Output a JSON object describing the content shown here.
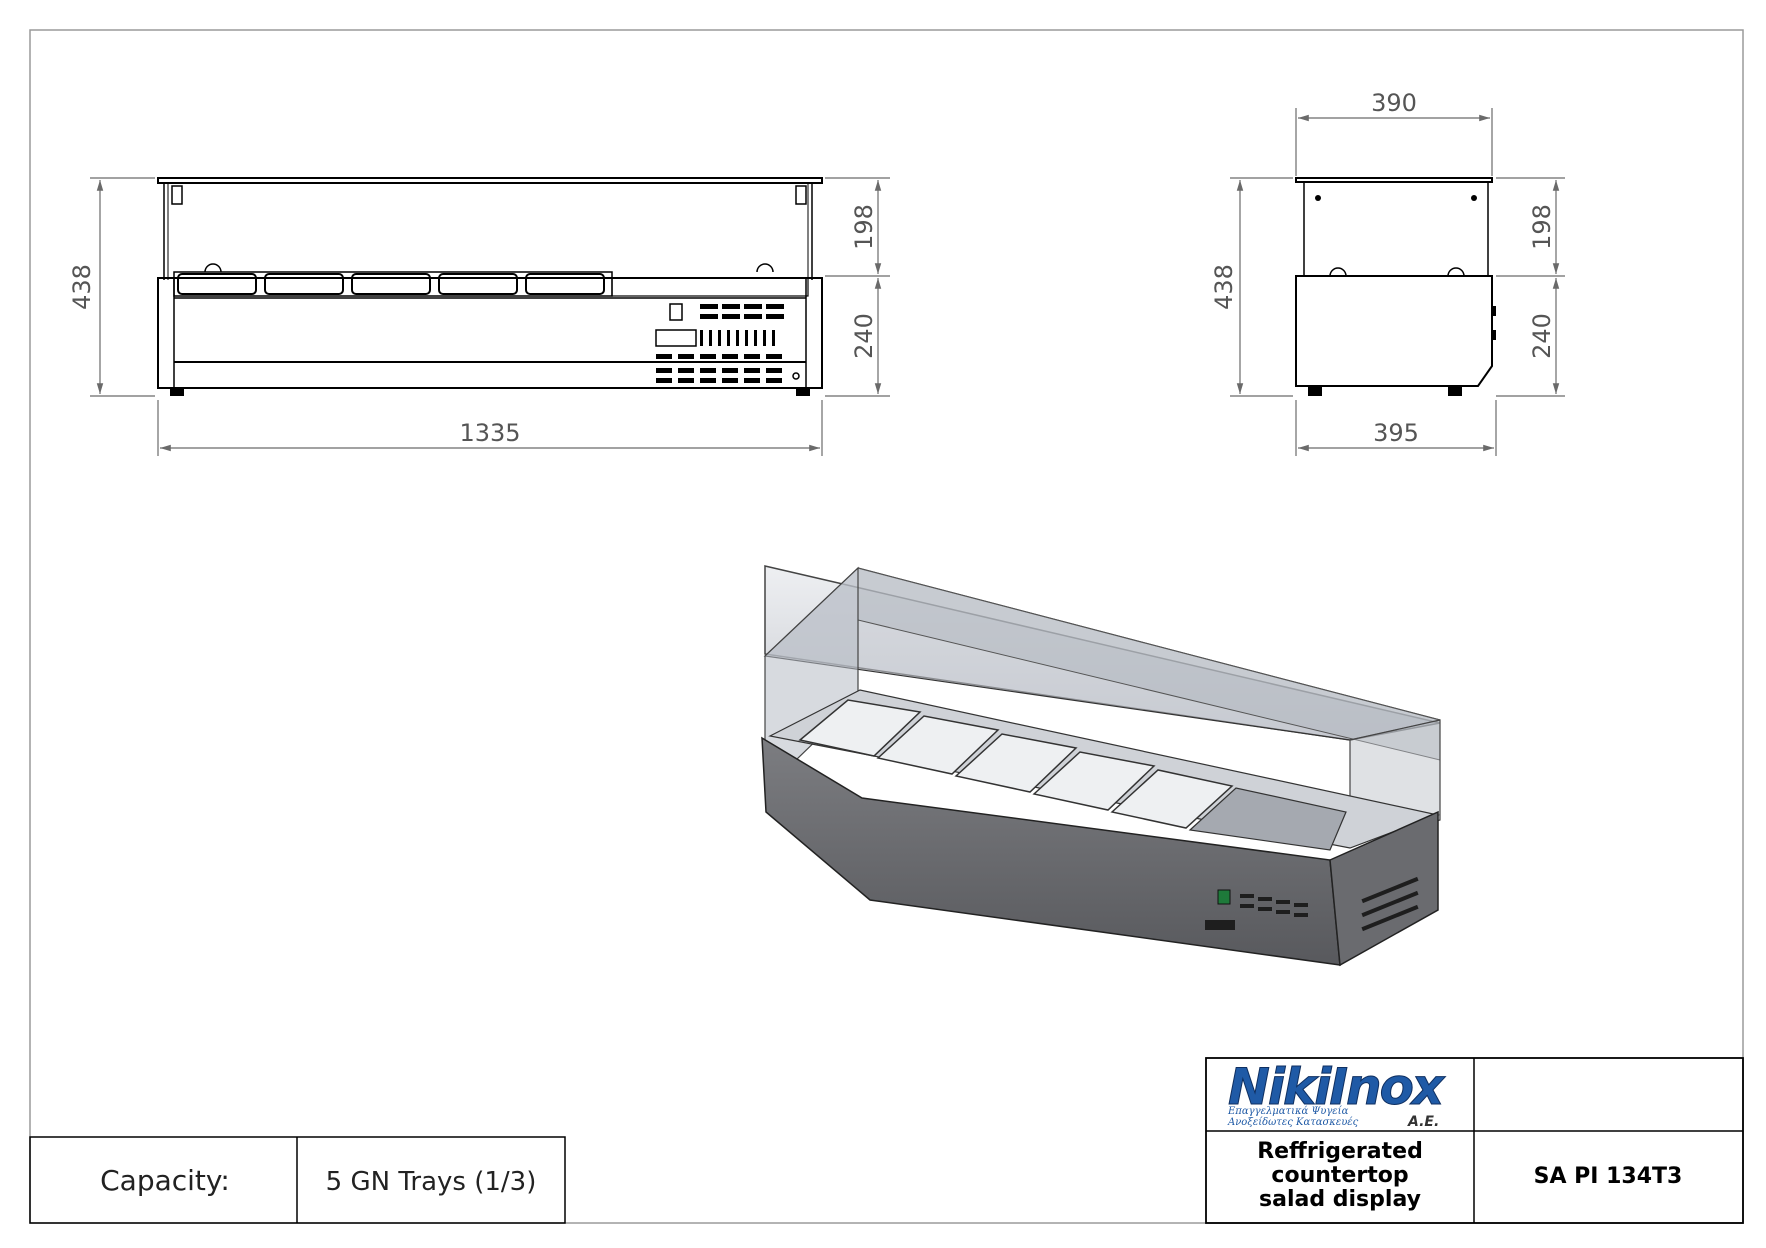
{
  "front_view": {
    "dim_total_height": "438",
    "dim_upper_height": "198",
    "dim_lower_height": "240",
    "dim_width": "1335"
  },
  "side_view": {
    "dim_top_depth": "390",
    "dim_total_height": "438",
    "dim_upper_height": "198",
    "dim_lower_height": "240",
    "dim_bottom_depth": "395"
  },
  "capacity_table": {
    "label": "Capacity:",
    "value": "5 GN Trays (1/3)"
  },
  "title_block": {
    "logo_wordmark": "NikiInox",
    "logo_suffix": "A.E.",
    "logo_tagline_1": "Επαγγελματικά Ψυγεία",
    "logo_tagline_2": "Ανοξείδωτες Κατασκευές",
    "description_line_1": "Reffrigerated",
    "description_line_2": "countertop",
    "description_line_3": "salad display",
    "model_code": "SA PI 134T3"
  },
  "colors": {
    "logo_blue": "#1f5aa6",
    "logo_grey": "#8a8a8a",
    "cabinet_grey": "#6f7074",
    "glass": "#c7cbd2"
  }
}
